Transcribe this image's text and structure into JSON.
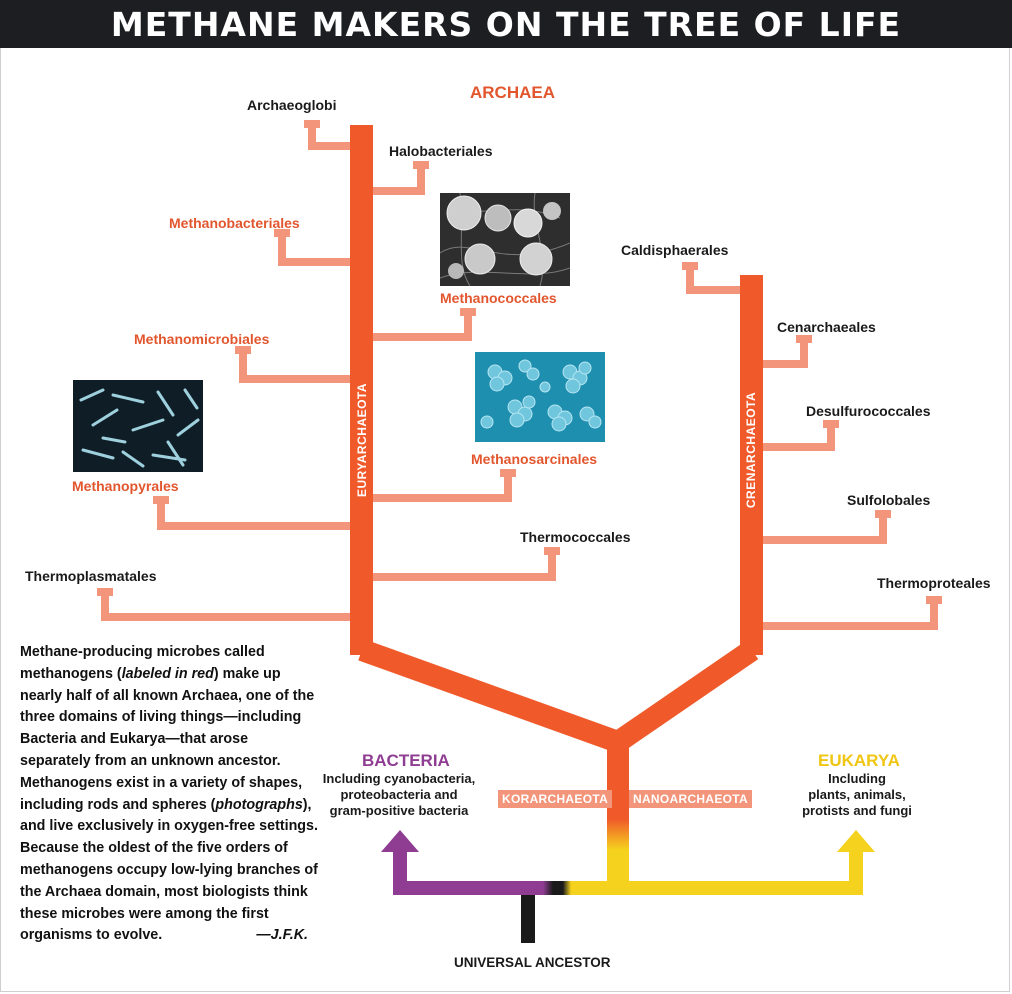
{
  "header": {
    "title": "METHANE MAKERS ON THE TREE OF LIFE"
  },
  "domains": {
    "archaea": {
      "label": "ARCHAEA",
      "color": "#e2562e"
    },
    "bacteria": {
      "label": "BACTERIA",
      "color": "#8f3d92",
      "desc": [
        "Including cyanobacteria,",
        "proteobacteria and",
        "gram-positive bacteria"
      ]
    },
    "eukarya": {
      "label": "EUKARYA",
      "color": "#f5d21e",
      "desc": [
        "Including",
        "plants, animals,",
        "protists and fungi"
      ]
    }
  },
  "phyla": {
    "euryarchaeota": "EURYARCHAEOTA",
    "crenarchaeota": "CRENARCHAEOTA",
    "korarchaeota": "KORARCHAEOTA",
    "nanoarchaeota": "NANOARCHAEOTA"
  },
  "orders": {
    "archaeoglobi": {
      "label": "Archaeoglobi",
      "methanogen": false
    },
    "halobacteriales": {
      "label": "Halobacteriales",
      "methanogen": false
    },
    "methanobacteriales": {
      "label": "Methanobacteriales",
      "methanogen": true
    },
    "methanococcales": {
      "label": "Methanococcales",
      "methanogen": true
    },
    "methanomicrobiales": {
      "label": "Methanomicrobiales",
      "methanogen": true
    },
    "methanosarcinales": {
      "label": "Methanosarcinales",
      "methanogen": true
    },
    "methanopyrales": {
      "label": "Methanopyrales",
      "methanogen": true
    },
    "thermococcales": {
      "label": "Thermococcales",
      "methanogen": false
    },
    "thermoplasmatales": {
      "label": "Thermoplasmatales",
      "methanogen": false
    },
    "caldisphaerales": {
      "label": "Caldisphaerales",
      "methanogen": false
    },
    "cenarchaeales": {
      "label": "Cenarchaeales",
      "methanogen": false
    },
    "desulfurococcales": {
      "label": "Desulfurococcales",
      "methanogen": false
    },
    "sulfolobales": {
      "label": "Sulfolobales",
      "methanogen": false
    },
    "thermoproteales": {
      "label": "Thermoproteales",
      "methanogen": false
    }
  },
  "root": {
    "label": "UNIVERSAL ANCESTOR"
  },
  "caption": {
    "p1": "Methane-producing microbes called methanogens (",
    "em1": "labeled in red",
    "p2": ") make up nearly half of all known Archaea, one of the three domains of living things—including Bacteria and Eukarya—that arose separately from an unknown ancestor. Methanogens exist in a variety of shapes, including rods and spheres (",
    "em2": "photographs",
    "p3": "), and live exclusively in oxygen-free settings. Because the oldest of the five orders of methanogens occupy low-lying branches of the Archaea domain, most biologists think these microbes were among the first organisms to evolve.",
    "signature": "—J.F.K."
  },
  "colors": {
    "trunk": "#f05a2a",
    "branch": "#f2957a",
    "root": "#1a1a1a",
    "methanogen_label": "#e2562e"
  }
}
